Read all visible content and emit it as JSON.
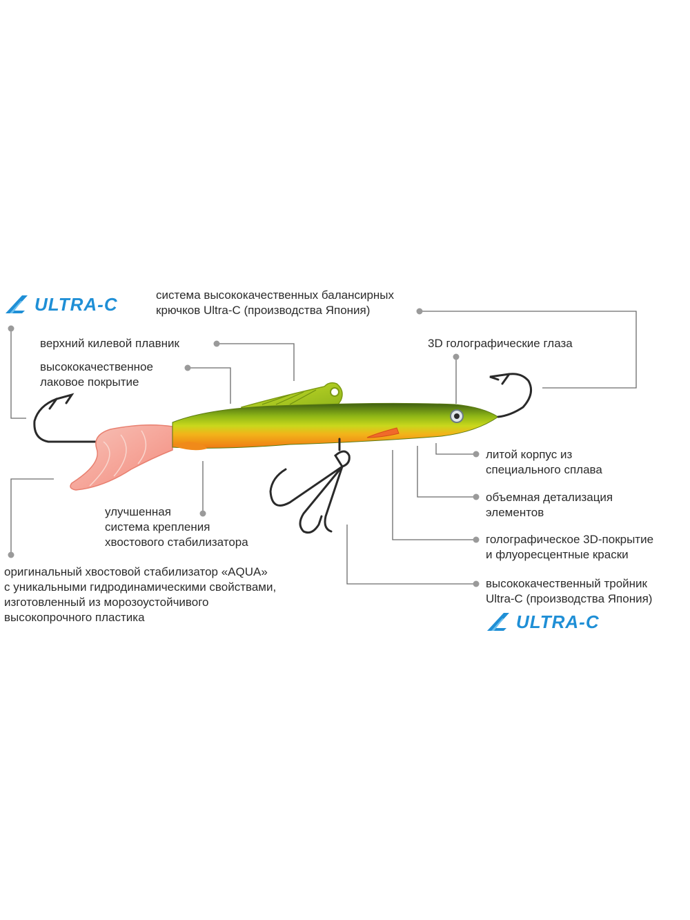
{
  "brand": {
    "logo_text": "ULTRA-C",
    "color": "#1f8fd6"
  },
  "colors": {
    "leader_line": "#6a6a6a",
    "dot": "#9a9a9a",
    "body_green": "#a6c31a",
    "body_orange": "#f08a1a",
    "tail_pink": "#f3a79a"
  },
  "labels": {
    "hooks_system": [
      "система высококачественных балансирных",
      "крючков Ultra-C (производства Япония)"
    ],
    "keel_fin": [
      "верхний килевой плавник"
    ],
    "lacquer": [
      "высококачественное",
      "лаковое покрытие"
    ],
    "eyes": [
      "3D голографические глаза"
    ],
    "cast_body": [
      "литой корпус из",
      "специального сплава"
    ],
    "detailing": [
      "объемная детализация",
      "элементов"
    ],
    "holo_coating": [
      "голографическое 3D-покрытие",
      "и флуоресцентные краски"
    ],
    "treble": [
      "высококачественный тройник",
      "Ultra-C (производства Япония)"
    ],
    "tail_mount": [
      "улучшенная",
      "система крепления",
      "хвостового стабилизатора"
    ],
    "aqua_stabilizer": [
      "оригинальный хвостовой стабилизатор «AQUA»",
      "с уникальными гидродинамическими свойствами,",
      "изготовленный из морозоустойчивого",
      "высокопрочного пластика"
    ]
  }
}
